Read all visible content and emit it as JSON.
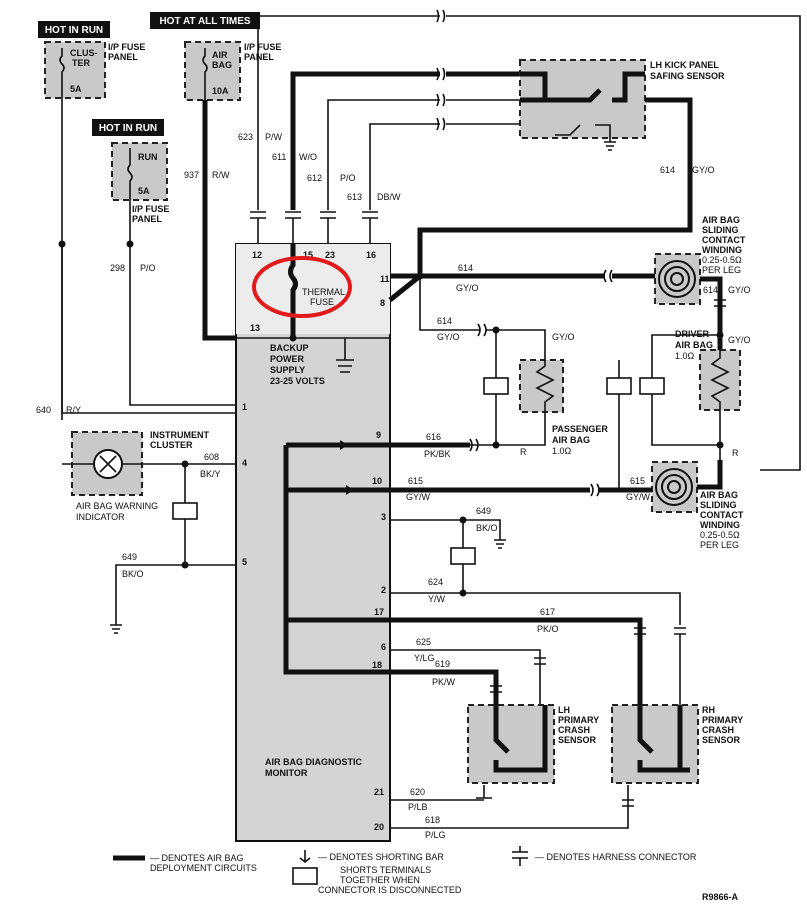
{
  "headers": {
    "hot_run_1": "HOT IN RUN",
    "hot_always": "HOT AT ALL TIMES",
    "hot_run_2": "HOT IN RUN"
  },
  "fuses": {
    "cluster": {
      "name_1": "CLUS-",
      "name_2": "TER",
      "amps": "5A",
      "panel_1": "I/P FUSE",
      "panel_2": "PANEL"
    },
    "airbag": {
      "name_1": "AIR",
      "name_2": "BAG",
      "amps": "10A",
      "panel_1": "I/P FUSE",
      "panel_2": "PANEL"
    },
    "run": {
      "name": "RUN",
      "amps": "5A",
      "panel_1": "I/P FUSE",
      "panel_2": "PANEL"
    }
  },
  "wires": {
    "w623": {
      "num": "623",
      "color": "P/W"
    },
    "w611": {
      "num": "611",
      "color": "W/O"
    },
    "w612": {
      "num": "612",
      "color": "P/O"
    },
    "w613": {
      "num": "613",
      "color": "DB/W"
    },
    "w937": {
      "num": "937",
      "color": "R/W"
    },
    "w298": {
      "num": "298",
      "color": "P/O"
    },
    "w640": {
      "num": "640",
      "color": "R/Y"
    },
    "w608": {
      "num": "608",
      "color": "BK/Y"
    },
    "w649a": {
      "num": "649",
      "color": "BK/O"
    },
    "w649b": {
      "num": "649",
      "color": "BK/O"
    },
    "w614a": {
      "num": "614",
      "color": "GY/O"
    },
    "w614b": {
      "num": "614",
      "color": "GY/O"
    },
    "w614c": {
      "num": "614",
      "color": "GY/O"
    },
    "w614d": {
      "num": "614",
      "color": "GY/O"
    },
    "w614e": {
      "num": "614",
      "color": "GY/O"
    },
    "w616": {
      "num": "616",
      "color": "PK/BK"
    },
    "w615a": {
      "num": "615",
      "color": "GY/W"
    },
    "w615b": {
      "num": "615",
      "color": "GY/W"
    },
    "w624": {
      "num": "624",
      "color": "Y/W"
    },
    "w617": {
      "num": "617",
      "color": "PK/O"
    },
    "w625": {
      "num": "625",
      "color": "Y/LG"
    },
    "w619": {
      "num": "619",
      "color": "PK/W"
    },
    "w620": {
      "num": "620",
      "color": "P/LB"
    },
    "w618": {
      "num": "618",
      "color": "P/LG"
    },
    "r_pass": "R",
    "r_drv": "R"
  },
  "pins": [
    "12",
    "15",
    "23",
    "16",
    "11",
    "8",
    "13",
    "1",
    "9",
    "4",
    "10",
    "3",
    "2",
    "5",
    "17",
    "6",
    "18",
    "21",
    "20"
  ],
  "components": {
    "safing_1": "LH KICK PANEL",
    "safing_2": "SAFING SENSOR",
    "thermal_1": "THERMAL",
    "thermal_2": "FUSE",
    "backup_1": "BACKUP",
    "backup_2": "POWER",
    "backup_3": "SUPPLY",
    "backup_4": "23-25 VOLTS",
    "monitor_1": "AIR BAG DIAGNOSTIC",
    "monitor_2": "MONITOR",
    "cluster_1": "INSTRUMENT",
    "cluster_2": "CLUSTER",
    "indicator_1": "AIR BAG WARNING",
    "indicator_2": "INDICATOR",
    "pass_1": "PASSENGER",
    "pass_2": "AIR BAG",
    "pass_3": "1.0Ω",
    "driver_1": "DRIVER",
    "driver_2": "AIR BAG",
    "driver_3": "1.0Ω",
    "slide_top_1": "AIR BAG",
    "slide_top_2": "SLIDING",
    "slide_top_3": "CONTACT",
    "slide_top_4": "WINDING",
    "slide_top_5": "0.25-0.5Ω",
    "slide_top_6": "PER LEG",
    "slide_bot_1": "AIR BAG",
    "slide_bot_2": "SLIDING",
    "slide_bot_3": "CONTACT",
    "slide_bot_4": "WINDING",
    "slide_bot_5": "0.25-0.5Ω",
    "slide_bot_6": "PER LEG",
    "lh_crash_1": "LH",
    "lh_crash_2": "PRIMARY",
    "lh_crash_3": "CRASH",
    "lh_crash_4": "SENSOR",
    "rh_crash_1": "RH",
    "rh_crash_2": "PRIMARY",
    "rh_crash_3": "CRASH",
    "rh_crash_4": "SENSOR"
  },
  "legend": {
    "deploy_1": "— DENOTES AIR BAG",
    "deploy_2": "DEPLOYMENT CIRCUITS",
    "shorting": "— DENOTES SHORTING BAR",
    "harness": "— DENOTES HARNESS CONNECTOR",
    "shorts_1": "SHORTS TERMINALS",
    "shorts_2": "TOGETHER WHEN",
    "shorts_3": "CONNECTOR IS DISCONNECTED"
  },
  "figure_id": "R9866-A",
  "colors": {
    "ink": "#111111",
    "highlight": "#e11b1b",
    "shade": "#c9c9c9"
  }
}
